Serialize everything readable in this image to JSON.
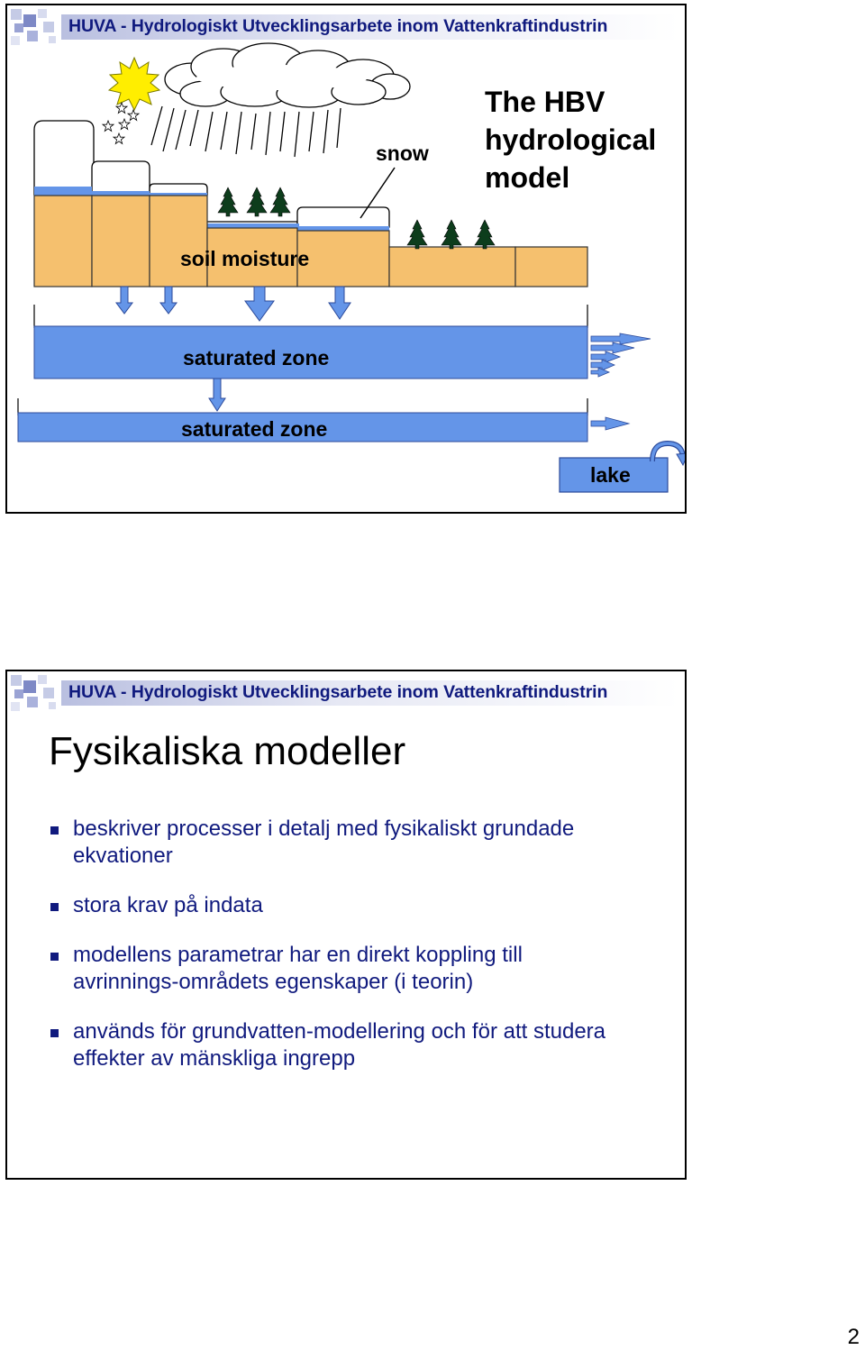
{
  "header": {
    "title": "HUVA - Hydrologiskt Utvecklingsarbete inom Vattenkraftindustrin"
  },
  "slide1": {
    "title_lines": [
      "The HBV",
      "hydrological",
      "model"
    ],
    "labels": {
      "snow": "snow",
      "soil_moisture": "soil moisture",
      "saturated_zone_upper": "saturated zone",
      "saturated_zone_lower": "saturated zone",
      "lake": "lake"
    },
    "icons": [
      "sun-icon",
      "cloud-icon",
      "rain-icon",
      "snowflake-icon",
      "tree-icon",
      "arrow-icon"
    ],
    "colors": {
      "soil": "#f5c06e",
      "water": "#6495e8",
      "header_text": "#101a7e"
    }
  },
  "slide2": {
    "title": "Fysikaliska modeller",
    "bullets": [
      {
        "line1": "beskriver processer i detalj med fysikaliskt grundade",
        "line2": "ekvationer"
      },
      {
        "line1": "stora krav på indata",
        "line2": ""
      },
      {
        "line1": "modellens parametrar har en direkt koppling till",
        "line2": "avrinnings-områdets egenskaper (i teorin)"
      },
      {
        "line1": "används för grundvatten-modellering och för att studera",
        "line2": "effekter av mänskliga ingrepp"
      }
    ]
  },
  "page_number": "2"
}
